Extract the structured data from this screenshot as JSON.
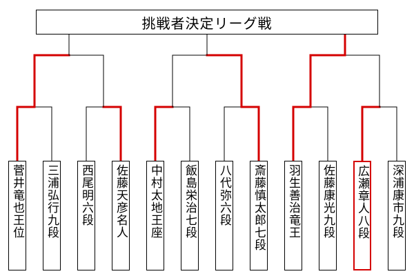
{
  "title": "挑戦者決定リーグ戦",
  "players": [
    {
      "name": "菅井竜也王位"
    },
    {
      "name": "三浦弘行九段"
    },
    {
      "name": "西尾明六段"
    },
    {
      "name": "佐藤天彦名人"
    },
    {
      "name": "中村太地王座"
    },
    {
      "name": "飯島栄治七段"
    },
    {
      "name": "八代弥六段"
    },
    {
      "name": "斎藤慎太郎七段"
    },
    {
      "name": "羽生善治竜王"
    },
    {
      "name": "佐藤康光九段"
    },
    {
      "name": "広瀬章人八段"
    },
    {
      "name": "深浦康市九段"
    }
  ],
  "round1_winners": [
    0,
    3,
    4,
    7,
    8,
    10
  ],
  "round2_winners": [
    0,
    1,
    2
  ],
  "colors": {
    "line": "#000000",
    "winner": "#d40000"
  }
}
